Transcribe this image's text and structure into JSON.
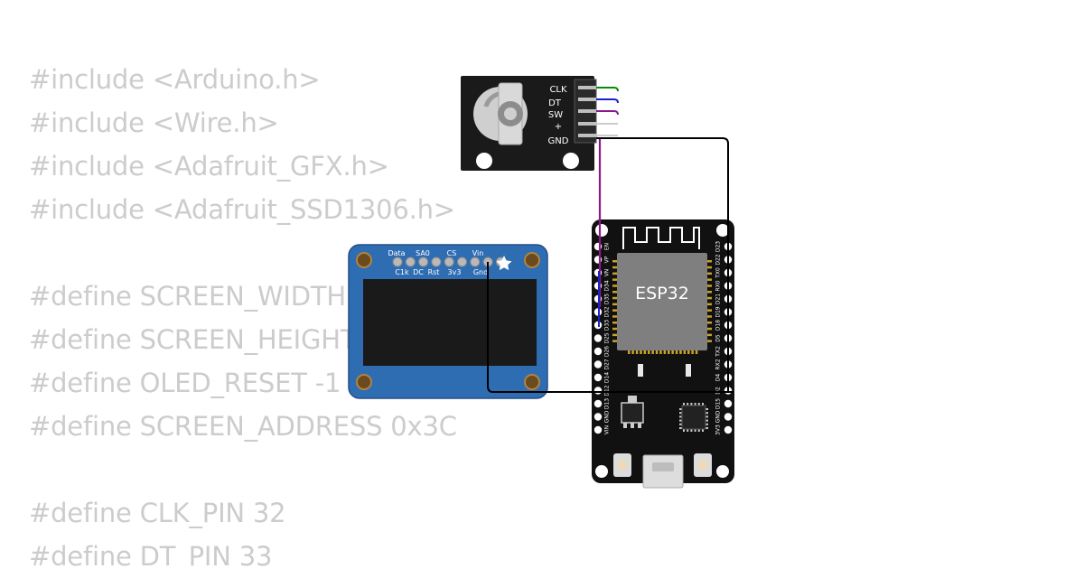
{
  "code_lines": [
    "#include <Arduino.h>",
    "#include <Wire.h>",
    "#include <Adafruit_GFX.h>",
    "#include <Adafruit_SSD1306.h>",
    "",
    "#define SCREEN_WIDTH 128",
    "#define SCREEN_HEIGHT 64",
    "#define OLED_RESET -1",
    "#define SCREEN_ADDRESS 0x3C",
    "",
    "#define CLK_PIN 32",
    "#define DT_PIN 33"
  ],
  "encoder": {
    "pins": [
      "CLK",
      "DT",
      "SW",
      "+",
      "GND"
    ]
  },
  "oled": {
    "top_labels": [
      "Data",
      "SA0",
      "CS",
      "Vin"
    ],
    "bottom_labels": [
      "C1k",
      "DC",
      "Rst",
      "3v3",
      "Gnd"
    ]
  },
  "esp32": {
    "chip_label": "ESP32",
    "left_pins": [
      "EN",
      "VP",
      "VN",
      "D34",
      "D35",
      "D32",
      "D33",
      "D25",
      "D26",
      "D27",
      "D14",
      "D12",
      "D13",
      "GND",
      "VIN"
    ],
    "right_pins": [
      "D23",
      "D22",
      "TX0",
      "RX0",
      "D21",
      "D19",
      "D18",
      "D5",
      "TX2",
      "RX2",
      "D4",
      "D2",
      "D15",
      "GND",
      "3V3"
    ]
  },
  "colors": {
    "code_text": "#cccccc",
    "encoder_board": "#1a1a1a",
    "oled_board": "#2f6db3",
    "oled_screen": "#1a1a1a",
    "esp32_board": "#111111",
    "chip": "#7f7f7f",
    "wire_clk": "#0a8a0a",
    "wire_dt": "#1f1fd1",
    "wire_sw": "#8a1a8a",
    "wire_vcc": "#cccccc",
    "wire_gnd": "#000000"
  }
}
